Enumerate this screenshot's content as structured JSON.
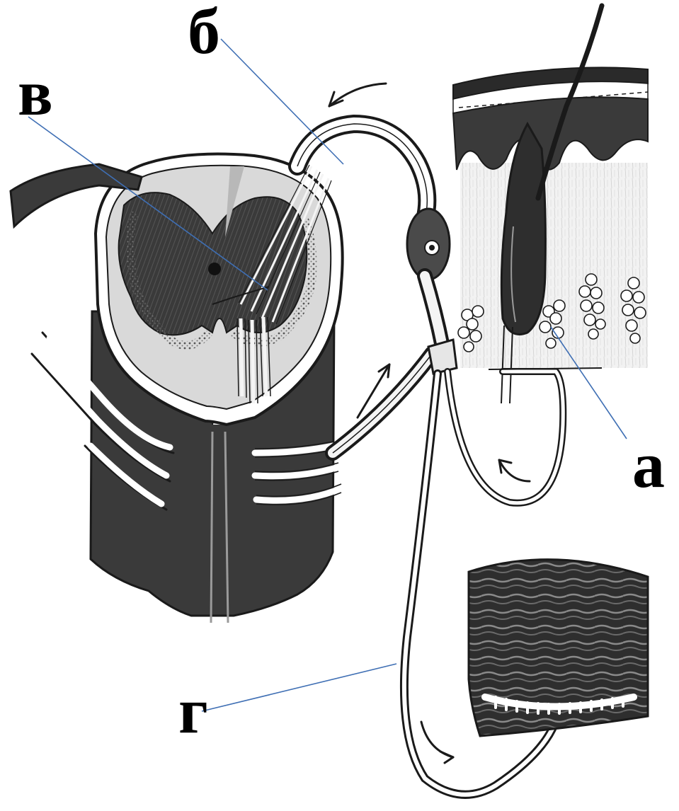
{
  "labels": {
    "a": "а",
    "b": "б",
    "v": "в",
    "g": "г"
  },
  "colors": {
    "ink": "#1a1a1a",
    "dark_fill": "#3a3a3a",
    "grey_fill": "#6e6e6e",
    "light_fill": "#d9d9d9",
    "pointer": "#3f6fb4",
    "background": "#ffffff"
  }
}
